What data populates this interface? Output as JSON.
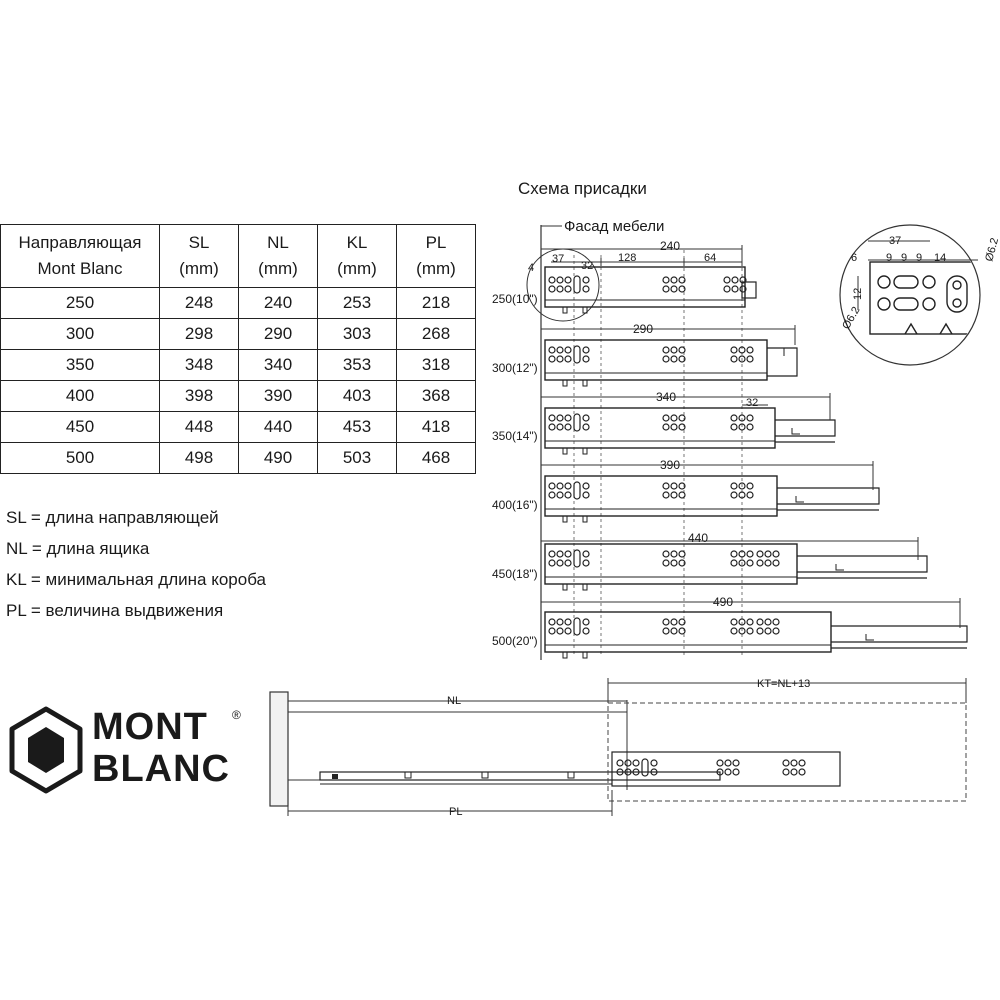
{
  "diagram_title": "Схема присадки",
  "facade_label": "Фасад мебели",
  "table": {
    "headers": [
      [
        "Направляющая",
        "Mont Blanc"
      ],
      [
        "SL",
        "(mm)"
      ],
      [
        "NL",
        "(mm)"
      ],
      [
        "KL",
        "(mm)"
      ],
      [
        "PL",
        "(mm)"
      ]
    ],
    "rows": [
      [
        "250",
        "248",
        "240",
        "253",
        "218"
      ],
      [
        "300",
        "298",
        "290",
        "303",
        "268"
      ],
      [
        "350",
        "348",
        "340",
        "353",
        "318"
      ],
      [
        "400",
        "398",
        "390",
        "403",
        "368"
      ],
      [
        "450",
        "448",
        "440",
        "453",
        "418"
      ],
      [
        "500",
        "498",
        "490",
        "503",
        "468"
      ]
    ]
  },
  "legend": [
    "SL = длина направляющей",
    "NL = длина ящика",
    "KL = минимальная длина короба",
    "PL = величина выдвижения"
  ],
  "logo": {
    "line1": "MONT",
    "line2": "BLANC",
    "reg": "®"
  },
  "top_dims": [
    "4",
    "37",
    "32",
    "128",
    "64",
    "240"
  ],
  "rail_sizes": [
    "250(10\")",
    "300(12\")",
    "350(14\")",
    "400(16\")",
    "450(18\")",
    "500(20\")"
  ],
  "rail_dims": [
    "240",
    "290",
    "340",
    "390",
    "440",
    "490"
  ],
  "rail_dim_32": "32",
  "detail": {
    "d37": "37",
    "d6": "6",
    "d9a": "9",
    "d9b": "9",
    "d9c": "9",
    "d14": "14",
    "d12": "12",
    "phi_a": "Ø6.2",
    "phi_b": "Ø6.2"
  },
  "bottom": {
    "nl": "NL",
    "pl": "PL",
    "kt": "KT=NL+13"
  }
}
